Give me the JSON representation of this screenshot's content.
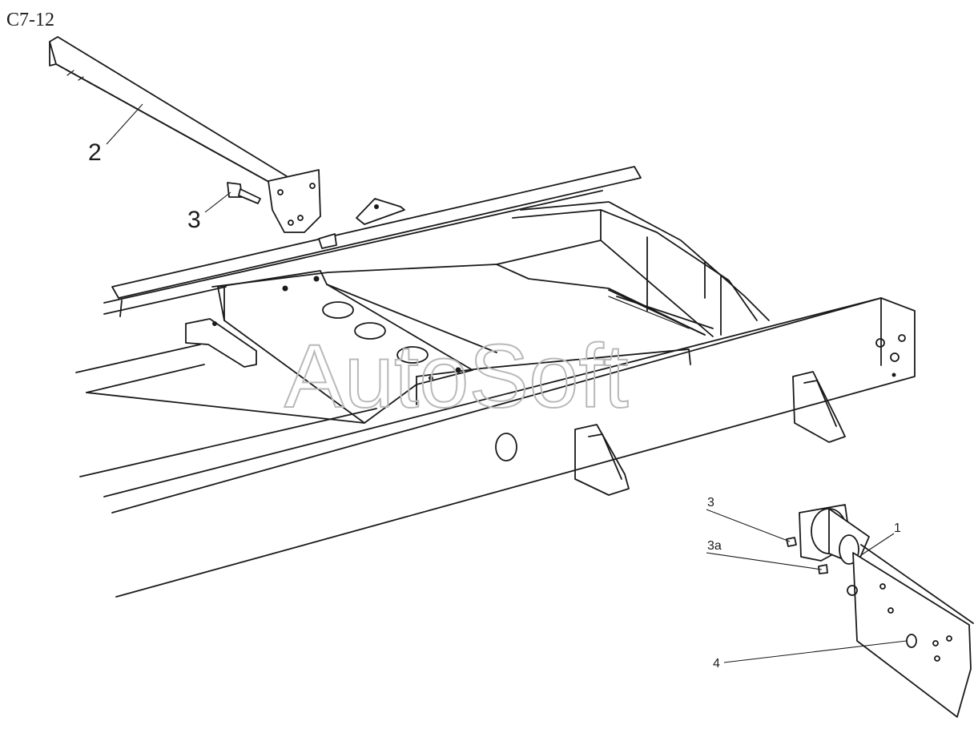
{
  "diagram": {
    "code": "C7-12",
    "watermark": "AutoSoft",
    "callouts": {
      "c1": "1",
      "c2": "2",
      "c3_upper": "3",
      "c3_lower": "3",
      "c3a": "3a",
      "c4": "4"
    }
  }
}
